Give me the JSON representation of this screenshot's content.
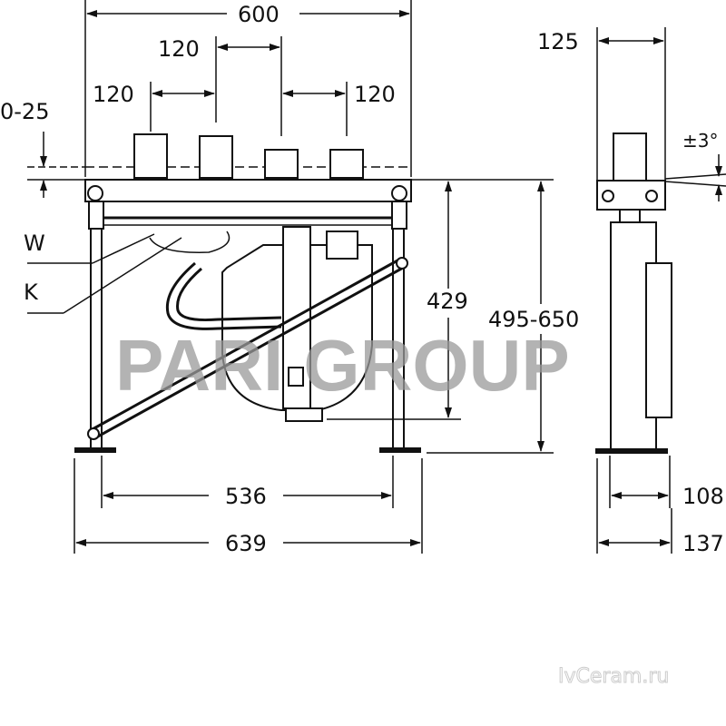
{
  "front_view": {
    "dim_overall_width_top": "600",
    "dim_spacing_middle": "120",
    "dim_spacing_left": "120",
    "dim_spacing_right": "120",
    "dim_height_adjust": "0-25",
    "label_w": "W",
    "label_k": "K",
    "dim_drain_height": "429",
    "dim_frame_height": "495-650",
    "dim_feet_inner": "536",
    "dim_feet_outer": "639"
  },
  "side_view": {
    "dim_depth_top": "125",
    "dim_tilt": "±3°",
    "dim_foot_inner": "108",
    "dim_foot_outer": "137"
  },
  "watermarks": {
    "center": "PARI GROUP",
    "corner": "IvCeram.ru"
  }
}
